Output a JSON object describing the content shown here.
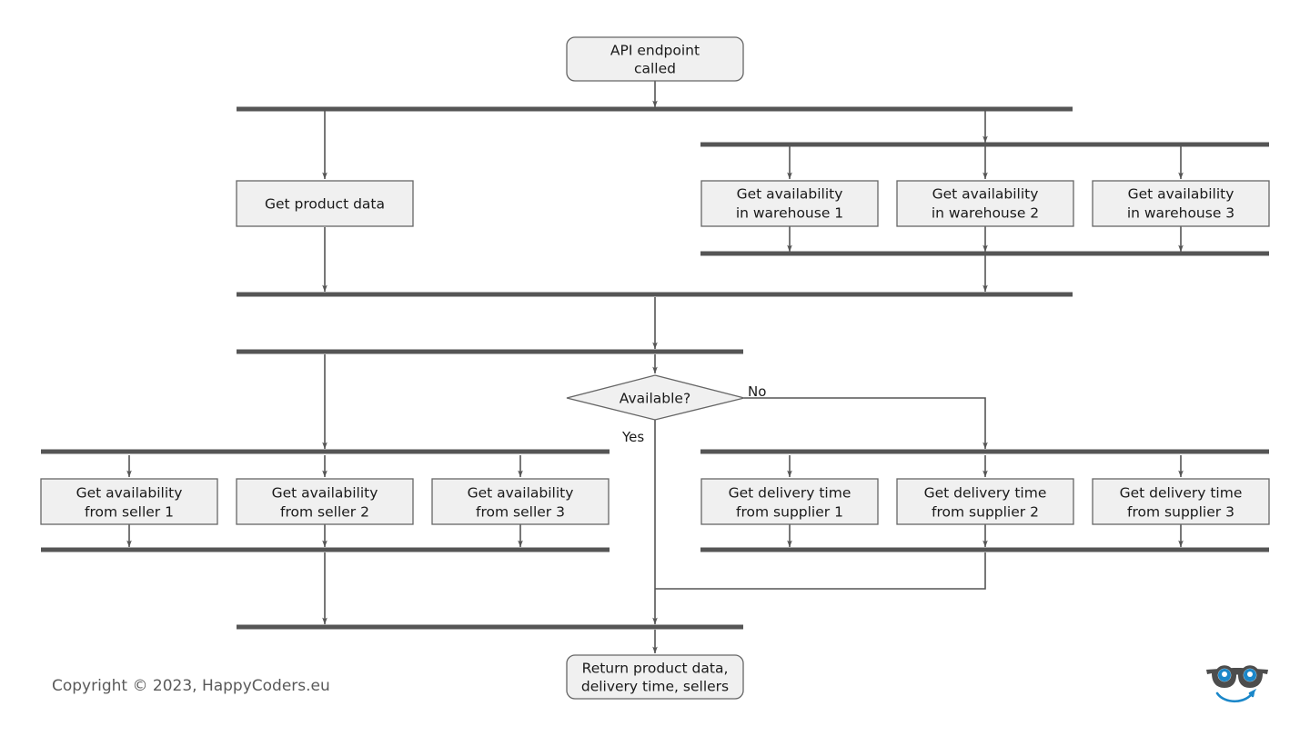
{
  "diagram": {
    "type": "flowchart",
    "title": "API endpoint parallel processing flowchart",
    "colors": {
      "node_fill": "#f0f0f0",
      "node_stroke": "#666666",
      "bar": "#555555",
      "edge": "#555555",
      "text": "#1a1a1a",
      "footer_text": "#5a5a5a",
      "logo_blue": "#1b87c9",
      "logo_dark": "#4d4d4d"
    },
    "nodes": {
      "start": {
        "shape": "rounded-rect",
        "line1": "API endpoint",
        "line2": "called"
      },
      "product": {
        "shape": "rect",
        "line1": "Get product data",
        "line2": ""
      },
      "warehouse1": {
        "shape": "rect",
        "line1": "Get availability",
        "line2": "in warehouse 1"
      },
      "warehouse2": {
        "shape": "rect",
        "line1": "Get availability",
        "line2": "in warehouse 2"
      },
      "warehouse3": {
        "shape": "rect",
        "line1": "Get availability",
        "line2": "in warehouse 3"
      },
      "decision": {
        "shape": "diamond",
        "line1": "Available?",
        "line2": ""
      },
      "seller1": {
        "shape": "rect",
        "line1": "Get availability",
        "line2": "from seller 1"
      },
      "seller2": {
        "shape": "rect",
        "line1": "Get availability",
        "line2": "from seller 2"
      },
      "seller3": {
        "shape": "rect",
        "line1": "Get availability",
        "line2": "from seller 3"
      },
      "supplier1": {
        "shape": "rect",
        "line1": "Get delivery time",
        "line2": "from supplier 1"
      },
      "supplier2": {
        "shape": "rect",
        "line1": "Get delivery time",
        "line2": "from supplier 2"
      },
      "supplier3": {
        "shape": "rect",
        "line1": "Get delivery time",
        "line2": "from supplier 3"
      },
      "end": {
        "shape": "rounded-rect",
        "line1": "Return product data,",
        "line2": "delivery time, sellers"
      }
    },
    "edge_labels": {
      "yes": "Yes",
      "no": "No"
    }
  },
  "footer": {
    "copyright": "Copyright © 2023, HappyCoders.eu",
    "logo_name": "happycoders-logo"
  }
}
